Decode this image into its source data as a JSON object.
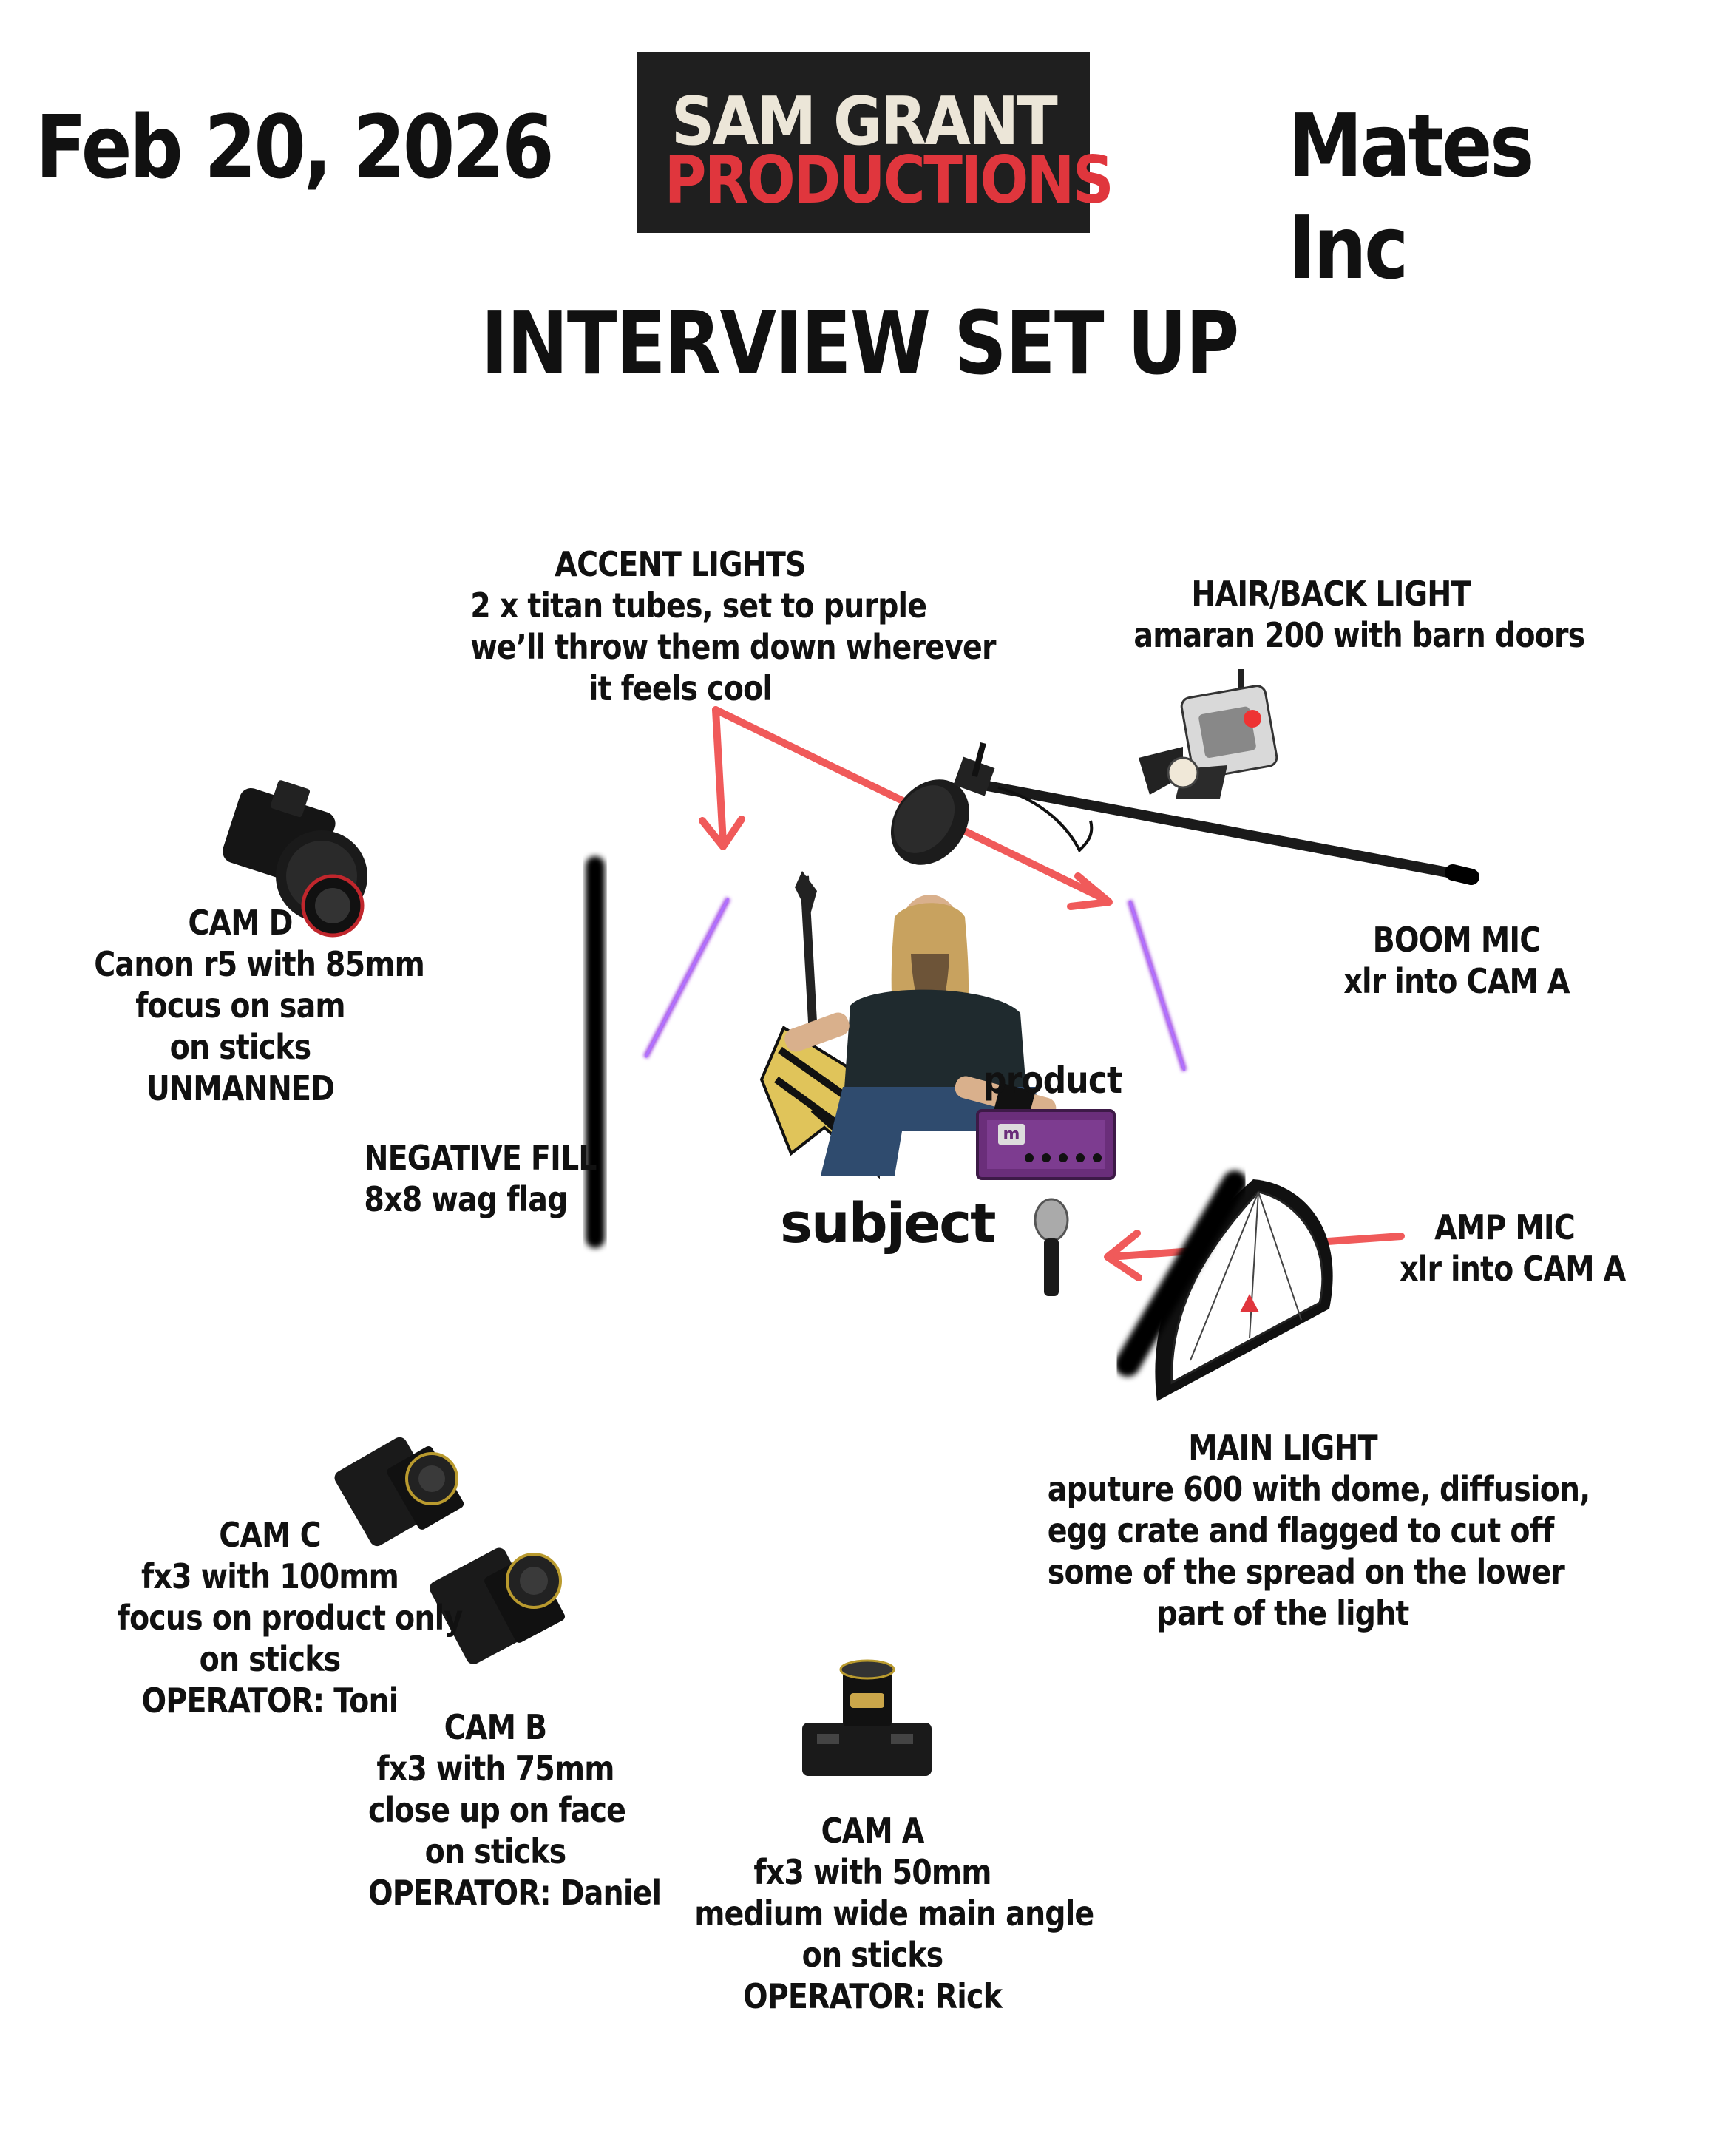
{
  "header": {
    "date": "Feb 20, 2026",
    "client": "Mates Inc",
    "logo_line1": "SAM GRANT",
    "logo_line2": "PRODUCTIONS",
    "title": "INTERVIEW SET UP"
  },
  "labels": {
    "accent_lights": [
      "ACCENT LIGHTS",
      "2 x titan tubes, set to purple",
      "we’ll throw them down wherever",
      "it feels cool"
    ],
    "hair_light": [
      "HAIR/BACK LIGHT",
      "amaran 200 with barn doors"
    ],
    "cam_d": [
      "CAM D",
      "Canon r5 with 85mm",
      "focus on sam",
      "on sticks",
      "UNMANNED"
    ],
    "boom_mic": [
      "BOOM MIC",
      "xlr into CAM A"
    ],
    "negative_fill": [
      "NEGATIVE FILL",
      "8x8 wag flag"
    ],
    "amp_mic": [
      "AMP MIC",
      "xlr into CAM A"
    ],
    "main_light": [
      "MAIN LIGHT",
      "aputure 600 with dome, diffusion,",
      "egg crate and flagged to cut off",
      "some of the spread on the lower",
      "part of the light"
    ],
    "cam_c": [
      "CAM C",
      "fx3 with 100mm",
      "focus on product only",
      "on sticks",
      "OPERATOR: Toni"
    ],
    "cam_b": [
      "CAM B",
      "fx3 with 75mm",
      "close up on face",
      "on sticks",
      "OPERATOR: Daniel"
    ],
    "cam_a": [
      "CAM A",
      "fx3 with 50mm",
      "medium wide main angle",
      "on sticks",
      "OPERATOR: Rick"
    ],
    "subject": "subject",
    "product": "product"
  },
  "colors": {
    "arrow": "#f05a5a",
    "tube": "#9b3ee0",
    "logo_bg": "#1f1f1f",
    "logo_red": "#e0363d",
    "amp_purple": "#6a2e7a"
  },
  "icons": [
    "cam-d-camera-icon",
    "cam-c-camera-icon",
    "cam-b-camera-icon",
    "cam-a-camera-icon",
    "hair-light-icon",
    "boom-mic-icon",
    "amp-mic-icon",
    "softbox-icon",
    "guitar-icon",
    "amp-icon"
  ]
}
